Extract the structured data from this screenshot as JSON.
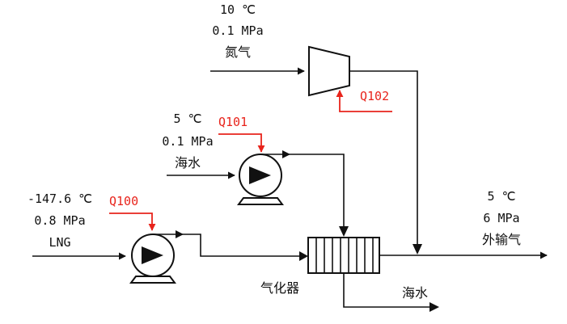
{
  "nitrogen_inlet": {
    "temperature": "10 ℃",
    "pressure": "0.1 MPa",
    "medium": "氮气"
  },
  "seawater_inlet": {
    "temperature": "5 ℃",
    "pressure": "0.1 MPa",
    "medium": "海水"
  },
  "lng_inlet": {
    "temperature": "-147.6 ℃",
    "pressure": "0.8 MPa",
    "medium": "LNG"
  },
  "outlet_gas": {
    "temperature": "5 ℃",
    "pressure": "6 MPa",
    "medium": "外输气"
  },
  "seawater_outlet": {
    "medium": "海水"
  },
  "vaporizer": {
    "label": "气化器"
  },
  "energy_inputs": {
    "q_lng_pump": "Q100",
    "q_seawater_pump": "Q101",
    "q_compressor": "Q102"
  },
  "colors": {
    "energy_input": "#e8241c",
    "line": "#111111"
  }
}
